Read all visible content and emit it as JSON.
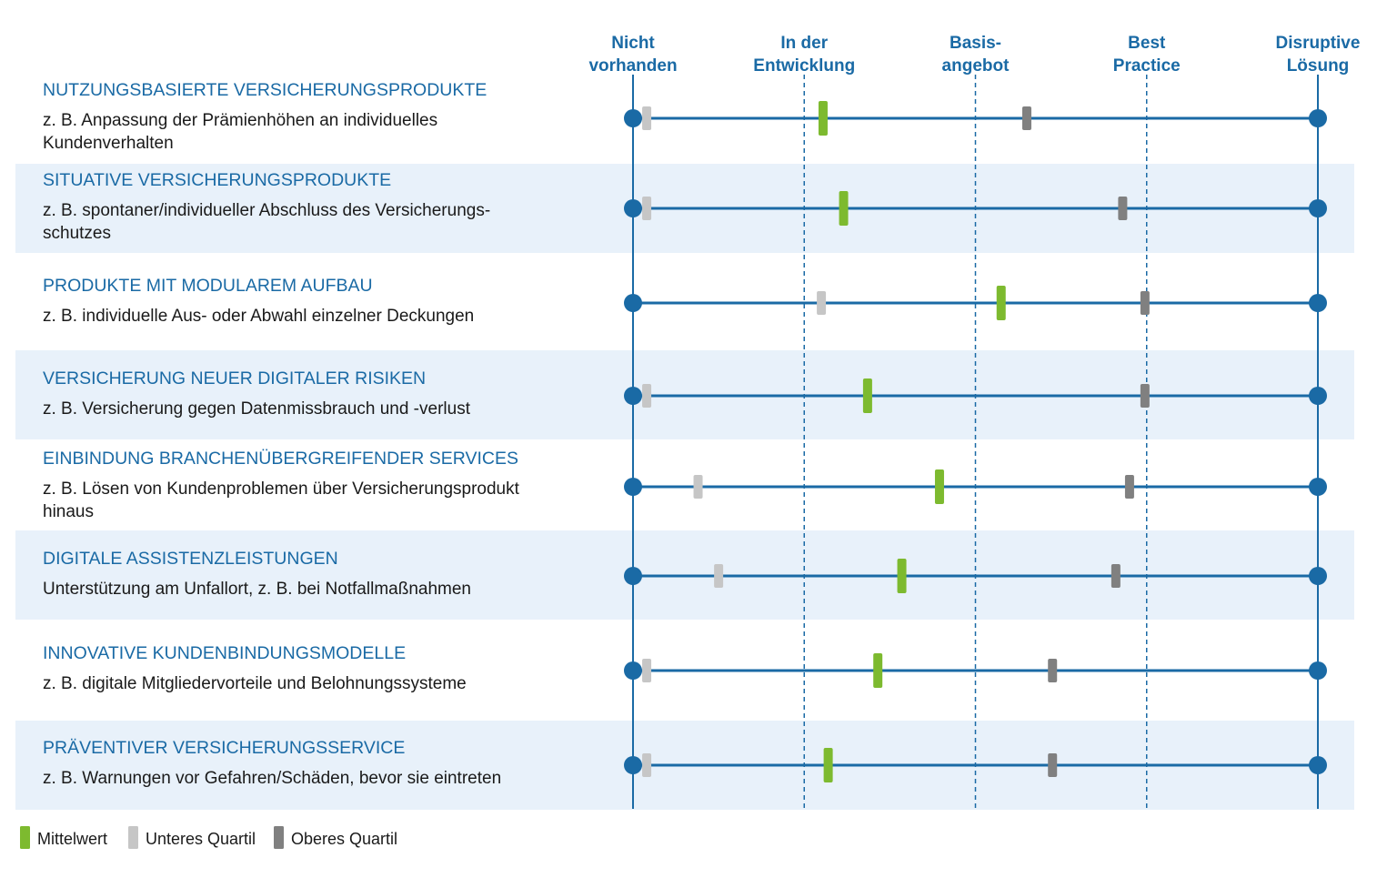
{
  "chart_data": {
    "type": "range-marker",
    "scale_levels": [
      {
        "lines": [
          "Nicht",
          "vorhanden"
        ]
      },
      {
        "lines": [
          "In der",
          "Entwicklung"
        ]
      },
      {
        "lines": [
          "Basis-",
          "angebot"
        ]
      },
      {
        "lines": [
          "Best",
          "Practice"
        ]
      },
      {
        "lines": [
          "Disruptive",
          "Lösung"
        ]
      }
    ],
    "scale_range": [
      1,
      5
    ],
    "rows": [
      {
        "title": "NUTZUNGSBASIERTE VERSICHERUNGSPRODUKTE",
        "description": [
          "z. B. Anpassung der Prämienhöhen an individuelles",
          "Kundenverhalten"
        ],
        "lower_quartile": 1.08,
        "mean": 2.11,
        "upper_quartile": 3.3
      },
      {
        "title": "SITUATIVE VERSICHERUNGSPRODUKTE",
        "description": [
          "z. B. spontaner/individueller Abschluss des Versicherungs-",
          "schutzes"
        ],
        "lower_quartile": 1.08,
        "mean": 2.23,
        "upper_quartile": 3.86
      },
      {
        "title": "PRODUKTE MIT MODULAREM AUFBAU",
        "description": [
          "z. B. individuelle Aus- oder Abwahl einzelner Deckungen"
        ],
        "lower_quartile": 2.1,
        "mean": 3.15,
        "upper_quartile": 3.99
      },
      {
        "title": "VERSICHERUNG NEUER DIGITALER RISIKEN",
        "description": [
          "z. B. Versicherung gegen Datenmissbrauch und -verlust"
        ],
        "lower_quartile": 1.08,
        "mean": 2.37,
        "upper_quartile": 3.99
      },
      {
        "title": "EINBINDUNG BRANCHENÜBERGREIFENDER SERVICES",
        "description": [
          "z. B. Lösen von Kundenproblemen über Versicherungsprodukt",
          "hinaus"
        ],
        "lower_quartile": 1.38,
        "mean": 2.79,
        "upper_quartile": 3.9
      },
      {
        "title": "DIGITALE ASSISTENZLEISTUNGEN",
        "description": [
          "Unterstützung am Unfallort, z. B. bei Notfallmaßnahmen"
        ],
        "lower_quartile": 1.5,
        "mean": 2.57,
        "upper_quartile": 3.82
      },
      {
        "title": "INNOVATIVE KUNDENBINDUNGSMODELLE",
        "description": [
          "z. B. digitale Mitgliedervorteile und Belohnungssysteme"
        ],
        "lower_quartile": 1.08,
        "mean": 2.43,
        "upper_quartile": 3.45
      },
      {
        "title": "PRÄVENTIVER VERSICHERUNGSSERVICE",
        "description": [
          "z. B. Warnungen vor Gefahren/Schäden, bevor sie eintreten"
        ],
        "lower_quartile": 1.08,
        "mean": 2.14,
        "upper_quartile": 3.45
      }
    ],
    "legend": [
      {
        "key": "mean",
        "label": "Mittelwert",
        "color": "#7dba2f"
      },
      {
        "key": "lower_quartile",
        "label": "Unteres Quartil",
        "color": "#c6c6c6"
      },
      {
        "key": "upper_quartile",
        "label": "Oberes Quartil",
        "color": "#808080"
      }
    ],
    "colors": {
      "accent": "#1a6aa5",
      "band": "#e8f1fa",
      "text": "#1a1a1a"
    }
  }
}
